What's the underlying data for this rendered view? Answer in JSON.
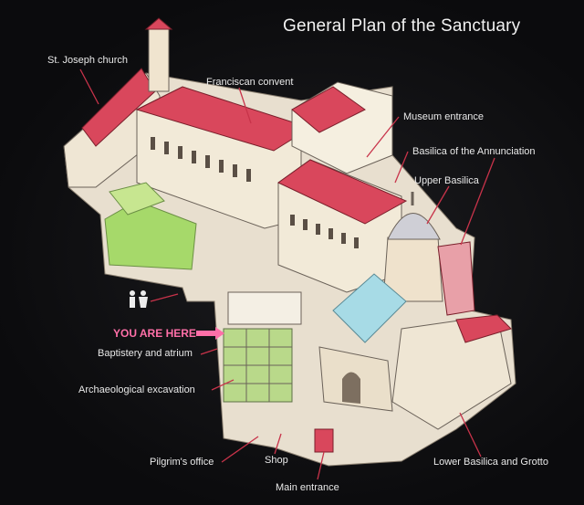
{
  "title": "General Plan of the Sanctuary",
  "labels": {
    "st_joseph": "St. Joseph church",
    "franciscan": "Franciscan convent",
    "museum": "Museum entrance",
    "basilica": "Basilica of the Annunciation",
    "upper": "Upper Basilica",
    "here": "YOU ARE HERE",
    "baptistery": "Baptistery and atrium",
    "excavation": "Archaeological excavation",
    "pilgrim": "Pilgrim's office",
    "shop": "Shop",
    "main": "Main entrance",
    "lower": "Lower Basilica and Grotto"
  },
  "colors": {
    "roof": "#d9475c",
    "wall": "#f2ead8",
    "garden": "#a6d96a",
    "glass": "#a7dbe6",
    "pointer": "#ff6fa8",
    "leader": "#c8334a"
  },
  "icons": [
    "visitor-figures-icon"
  ]
}
